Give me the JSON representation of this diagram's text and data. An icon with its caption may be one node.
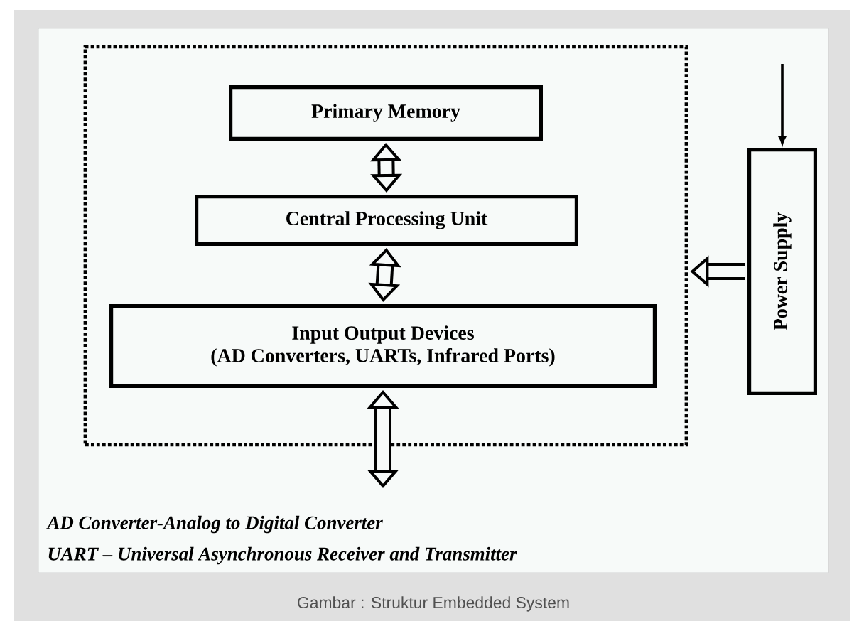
{
  "diagram": {
    "caption": "Gambar : Struktur Embedded System",
    "nodes": [
      {
        "text": [],
        "shape": "box"
      },
      {
        "text": [
          "Primary Memory"
        ],
        "in": 0
      },
      {
        "text": [
          "Central Processing Unit"
        ],
        "in": 0
      },
      {
        "text": [
          "Input Output Devices",
          "(AD Converters, UARTs, Infrared Ports)"
        ],
        "in": 0
      },
      {
        "text": [
          "Power Supply"
        ]
      }
    ],
    "edges": [
      {
        "from": 1,
        "to": 2,
        "arrow": "both"
      },
      {
        "from": 2,
        "to": 3,
        "arrow": "both"
      },
      {
        "from": 3,
        "to": null,
        "arrow": "both"
      },
      {
        "from": 4,
        "to": 0,
        "arrow": "to"
      },
      {
        "from": null,
        "to": 4,
        "arrow": "to"
      }
    ],
    "labels": [
      "AD Converter-Analog to Digital Converter",
      "UART – Universal Asynchronous Receiver and Transmitter"
    ]
  }
}
